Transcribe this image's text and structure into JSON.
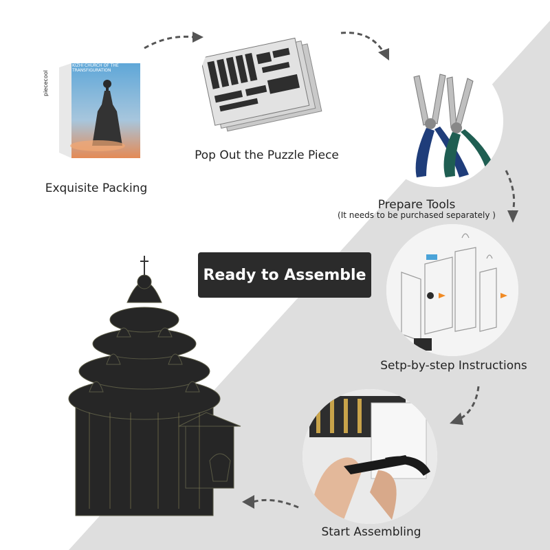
{
  "banner": {
    "label": "Ready to Assemble"
  },
  "steps": [
    {
      "caption": "Exquisite Packing",
      "box_title": "KIZHI CHURCH OF THE TRANSFIGURATION",
      "box_brand": "piececool"
    },
    {
      "caption": "Pop Out the Puzzle Piece"
    },
    {
      "caption": "Prepare Tools",
      "note": "(It needs to be purchased separately )"
    },
    {
      "caption": "Setp-by-step Instructions"
    },
    {
      "caption": "Start Assembling"
    }
  ],
  "colors": {
    "background": "#ffffff",
    "diagonal": "#dddddd",
    "banner": "#2b2b2b",
    "arrow": "#555555",
    "plier_blue": "#1f3d7a",
    "plier_green": "#1f5e52"
  }
}
